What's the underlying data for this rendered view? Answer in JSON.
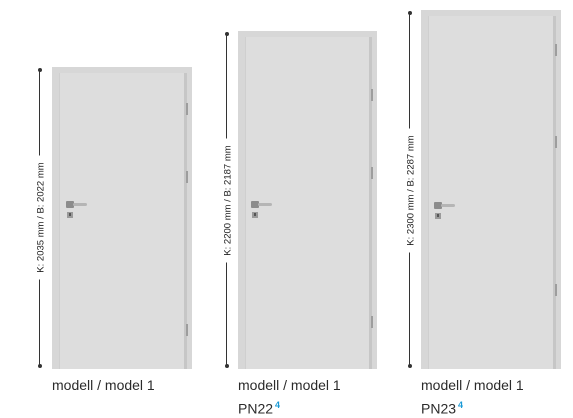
{
  "doors": [
    {
      "dimension": "K: 2035 mm / B: 2022 mm",
      "caption": "modell / model 1",
      "subcaption": "",
      "footnote": ""
    },
    {
      "dimension": "K: 2200 mm / B: 2187 mm",
      "caption": "modell / model 1",
      "subcaption": "PN22",
      "footnote": "4"
    },
    {
      "dimension": "K: 2300 mm / B: 2287 mm",
      "caption": "modell / model 1",
      "subcaption": "PN23",
      "footnote": "4"
    }
  ]
}
